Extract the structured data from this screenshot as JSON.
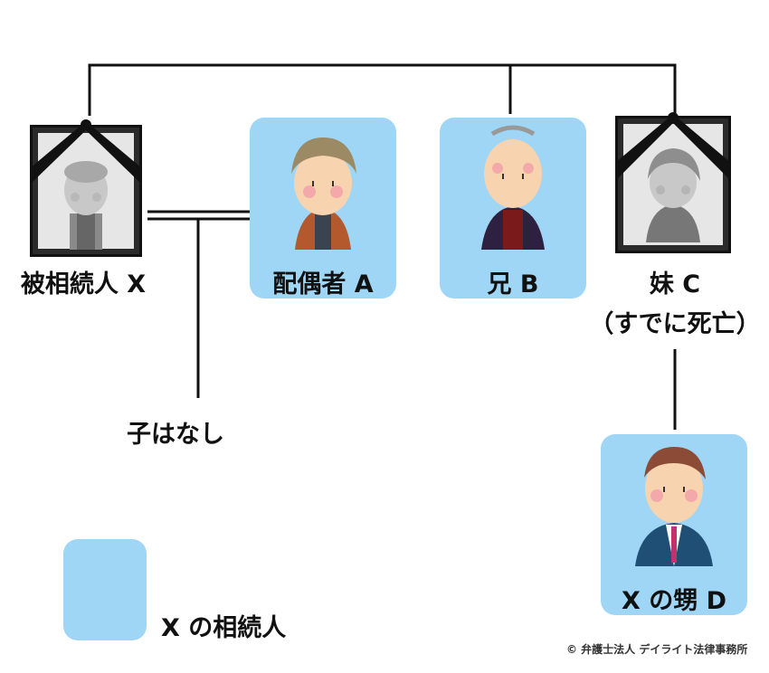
{
  "people": {
    "decedent": {
      "label": "被相続人 X"
    },
    "spouse": {
      "label": "配偶者 A"
    },
    "brother": {
      "label": "兄 B"
    },
    "sister": {
      "label": "妹 C",
      "note": "（すでに死亡）"
    },
    "nephew": {
      "label": "X の甥 D"
    }
  },
  "no_children_label": "子はなし",
  "legend": {
    "label": "X の相続人",
    "color": "#9fd6f5"
  },
  "credit": "© 弁護士法人 デイライト法律事務所",
  "colors": {
    "heir_card": "#9fd6f5",
    "line": "#111111",
    "frame": "#2b2b2b"
  },
  "icons": [
    "mourning-ribbon-icon",
    "portrait-illustration-icon"
  ]
}
